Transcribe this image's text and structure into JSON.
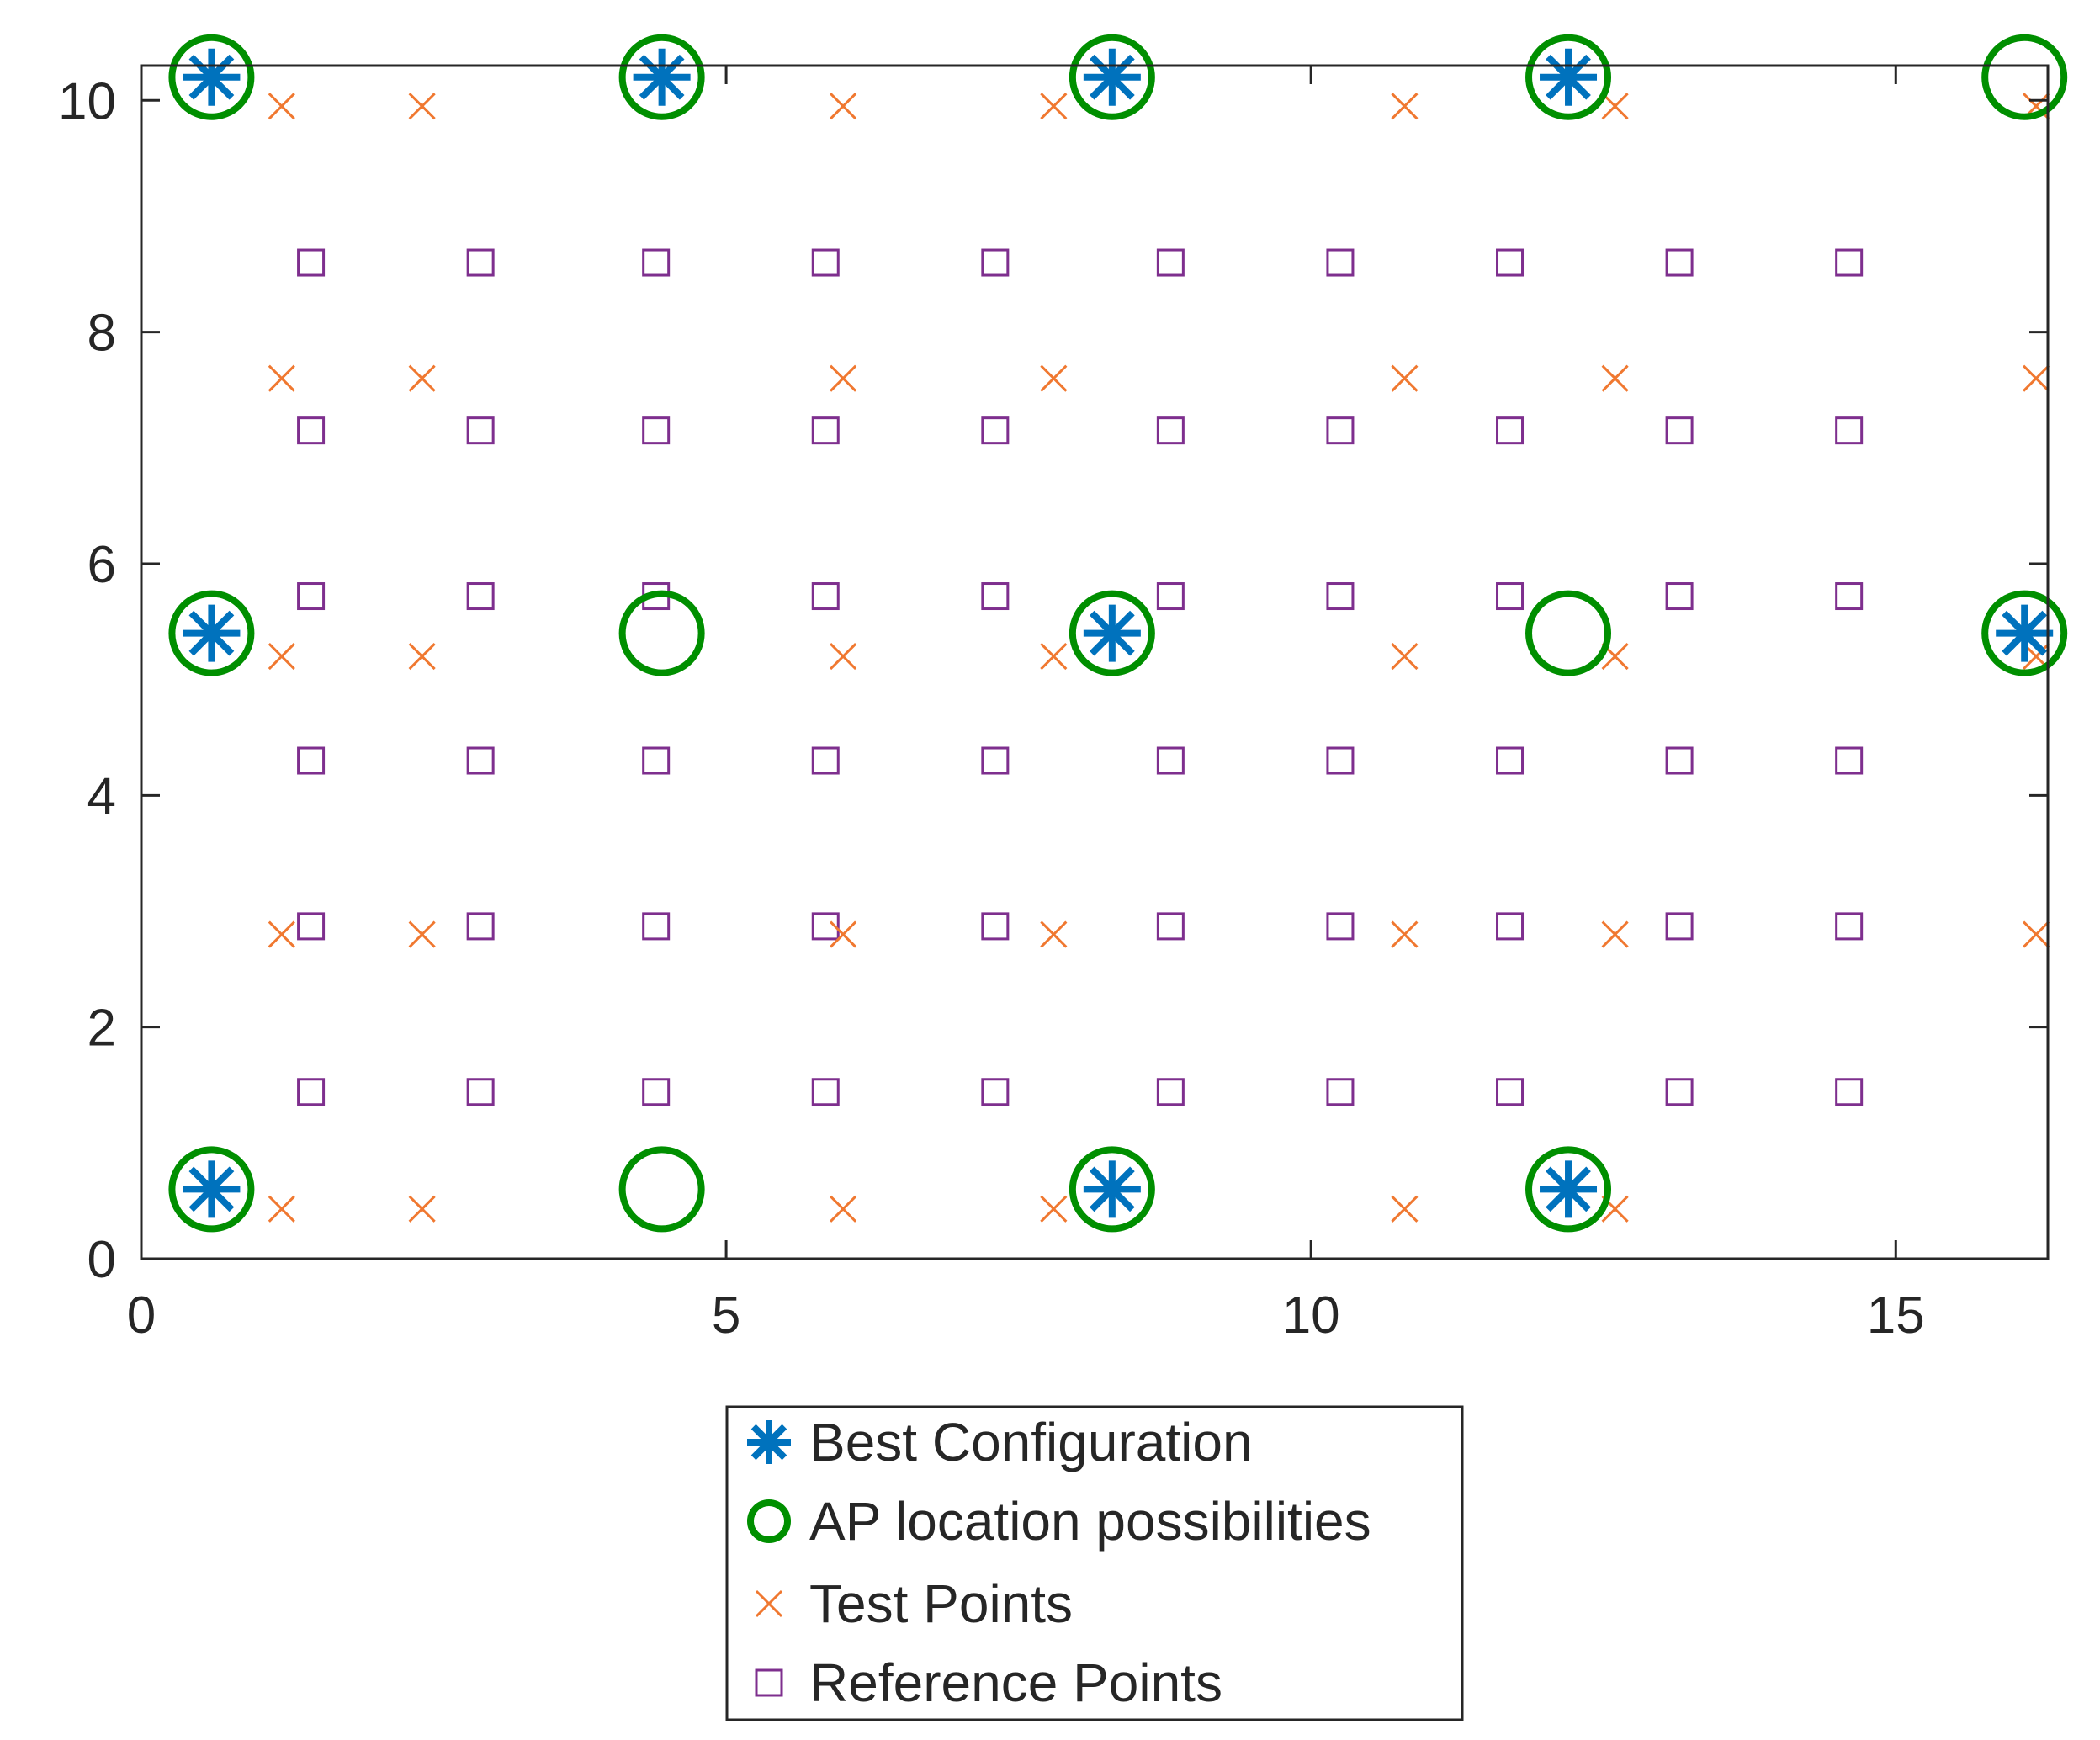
{
  "chart_data": {
    "type": "scatter",
    "title": "",
    "xlabel": "",
    "ylabel": "",
    "xlim": [
      0,
      16.3
    ],
    "ylim": [
      0,
      10.3
    ],
    "xticks": [
      0,
      5,
      10,
      15
    ],
    "yticks": [
      0,
      2,
      4,
      6,
      8,
      10
    ],
    "grid": false,
    "legend_position": "bottom-center",
    "series": [
      {
        "name": "Best Configuration",
        "marker": "asterisk",
        "color": "#0072BD",
        "points": [
          [
            0.6,
            10.2
          ],
          [
            4.45,
            10.2
          ],
          [
            8.3,
            10.2
          ],
          [
            12.2,
            10.2
          ],
          [
            0.6,
            5.4
          ],
          [
            8.3,
            5.4
          ],
          [
            16.1,
            5.4
          ],
          [
            0.6,
            0.6
          ],
          [
            8.3,
            0.6
          ],
          [
            12.2,
            0.6
          ]
        ]
      },
      {
        "name": "AP location possibilities",
        "marker": "circle",
        "color": "#008F00",
        "points": [
          [
            0.6,
            10.2
          ],
          [
            4.45,
            10.2
          ],
          [
            8.3,
            10.2
          ],
          [
            12.2,
            10.2
          ],
          [
            16.1,
            10.2
          ],
          [
            0.6,
            5.4
          ],
          [
            4.45,
            5.4
          ],
          [
            8.3,
            5.4
          ],
          [
            12.2,
            5.4
          ],
          [
            16.1,
            5.4
          ],
          [
            0.6,
            0.6
          ],
          [
            4.45,
            0.6
          ],
          [
            8.3,
            0.6
          ],
          [
            12.2,
            0.6
          ]
        ]
      },
      {
        "name": "Test Points",
        "marker": "x",
        "color": "#F07830",
        "points": [
          [
            1.2,
            9.95
          ],
          [
            2.4,
            9.95
          ],
          [
            6.0,
            9.95
          ],
          [
            7.8,
            9.95
          ],
          [
            10.8,
            9.95
          ],
          [
            12.6,
            9.95
          ],
          [
            16.2,
            9.95
          ],
          [
            1.2,
            7.6
          ],
          [
            2.4,
            7.6
          ],
          [
            6.0,
            7.6
          ],
          [
            7.8,
            7.6
          ],
          [
            10.8,
            7.6
          ],
          [
            12.6,
            7.6
          ],
          [
            16.2,
            7.6
          ],
          [
            1.2,
            5.2
          ],
          [
            2.4,
            5.2
          ],
          [
            6.0,
            5.2
          ],
          [
            7.8,
            5.2
          ],
          [
            10.8,
            5.2
          ],
          [
            12.6,
            5.2
          ],
          [
            16.2,
            5.2
          ],
          [
            1.2,
            2.8
          ],
          [
            2.4,
            2.8
          ],
          [
            6.0,
            2.8
          ],
          [
            7.8,
            2.8
          ],
          [
            10.8,
            2.8
          ],
          [
            12.6,
            2.8
          ],
          [
            16.2,
            2.8
          ],
          [
            1.2,
            0.43
          ],
          [
            2.4,
            0.43
          ],
          [
            6.0,
            0.43
          ],
          [
            7.8,
            0.43
          ],
          [
            10.8,
            0.43
          ],
          [
            12.6,
            0.43
          ]
        ]
      },
      {
        "name": "Reference Points",
        "marker": "square",
        "color": "#7E2F8E",
        "points": [
          [
            1.45,
            8.6
          ],
          [
            2.9,
            8.6
          ],
          [
            4.4,
            8.6
          ],
          [
            5.85,
            8.6
          ],
          [
            7.3,
            8.6
          ],
          [
            8.8,
            8.6
          ],
          [
            10.25,
            8.6
          ],
          [
            11.7,
            8.6
          ],
          [
            13.15,
            8.6
          ],
          [
            14.6,
            8.6
          ],
          [
            1.45,
            7.15
          ],
          [
            2.9,
            7.15
          ],
          [
            4.4,
            7.15
          ],
          [
            5.85,
            7.15
          ],
          [
            7.3,
            7.15
          ],
          [
            8.8,
            7.15
          ],
          [
            10.25,
            7.15
          ],
          [
            11.7,
            7.15
          ],
          [
            13.15,
            7.15
          ],
          [
            14.6,
            7.15
          ],
          [
            1.45,
            5.72
          ],
          [
            2.9,
            5.72
          ],
          [
            4.4,
            5.72
          ],
          [
            5.85,
            5.72
          ],
          [
            7.3,
            5.72
          ],
          [
            8.8,
            5.72
          ],
          [
            10.25,
            5.72
          ],
          [
            11.7,
            5.72
          ],
          [
            13.15,
            5.72
          ],
          [
            14.6,
            5.72
          ],
          [
            1.45,
            4.3
          ],
          [
            2.9,
            4.3
          ],
          [
            4.4,
            4.3
          ],
          [
            5.85,
            4.3
          ],
          [
            7.3,
            4.3
          ],
          [
            8.8,
            4.3
          ],
          [
            10.25,
            4.3
          ],
          [
            11.7,
            4.3
          ],
          [
            13.15,
            4.3
          ],
          [
            14.6,
            4.3
          ],
          [
            1.45,
            2.87
          ],
          [
            2.9,
            2.87
          ],
          [
            4.4,
            2.87
          ],
          [
            5.85,
            2.87
          ],
          [
            7.3,
            2.87
          ],
          [
            8.8,
            2.87
          ],
          [
            10.25,
            2.87
          ],
          [
            11.7,
            2.87
          ],
          [
            13.15,
            2.87
          ],
          [
            14.6,
            2.87
          ],
          [
            1.45,
            1.44
          ],
          [
            2.9,
            1.44
          ],
          [
            4.4,
            1.44
          ],
          [
            5.85,
            1.44
          ],
          [
            7.3,
            1.44
          ],
          [
            8.8,
            1.44
          ],
          [
            10.25,
            1.44
          ],
          [
            11.7,
            1.44
          ],
          [
            13.15,
            1.44
          ],
          [
            14.6,
            1.44
          ]
        ]
      }
    ]
  }
}
